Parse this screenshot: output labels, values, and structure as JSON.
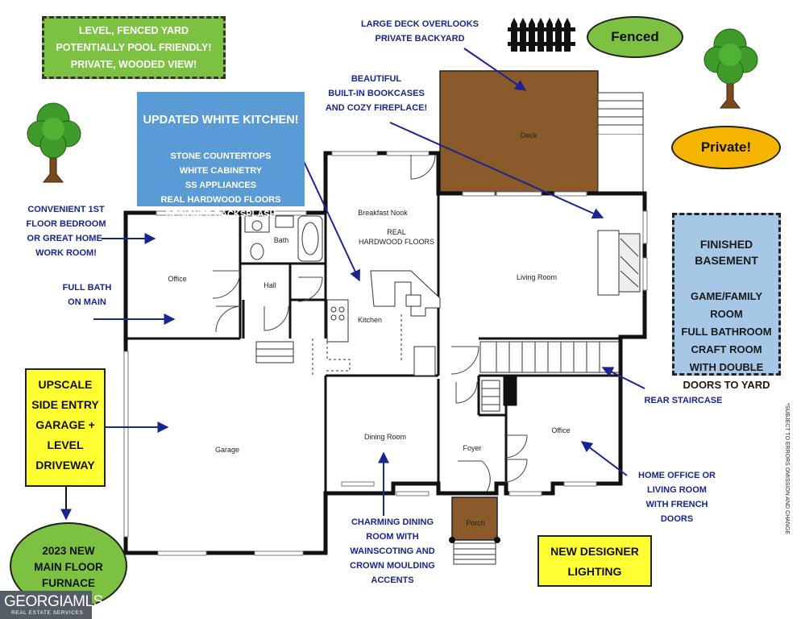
{
  "callouts": {
    "yard": "LEVEL, FENCED YARD\nPOTENTIALLY POOL FRIENDLY!\nPRIVATE, WOODED VIEW!",
    "deck": "LARGE DECK OVERLOOKS\nPRIVATE BACKYARD",
    "bookcases": "BEAUTIFUL\nBUILT-IN BOOKCASES\nAND COZY FIREPLACE!",
    "kitchen_title": "UPDATED WHITE KITCHEN!",
    "kitchen_items": "STONE COUNTERTOPS\nWHITE CABINETRY\nSS APPLIANCES\nREAL HARDWOOD FLOORS\nDESIGNER BACKSPLASH",
    "bedroom": "CONVENIENT 1ST\nFLOOR BEDROOM\nOR GREAT HOME-\nWORK ROOM!",
    "full_bath": "FULL BATH\nON MAIN",
    "basement_title": "FINISHED\nBASEMENT",
    "basement_items": "GAME/FAMILY\nROOM\nFULL BATHROOM\nCRAFT ROOM\nWITH DOUBLE\nDOORS TO YARD",
    "rear_staircase": "REAR STAIRCASE",
    "garage": "UPSCALE\nSIDE ENTRY\nGARAGE +\nLEVEL\nDRIVEWAY",
    "furnace": "2023 NEW\nMAIN FLOOR\nFURNACE",
    "dining": "CHARMING DINING\nROOM  WITH\nWAINSCOTING AND\nCROWN MOULDING\nACCENTS",
    "home_office": "HOME OFFICE OR\nLIVING ROOM\nWITH FRENCH\nDOORS",
    "lighting": "NEW DESIGNER\nLIGHTING",
    "fenced": "Fenced",
    "private": "Private!"
  },
  "rooms": {
    "deck": "Deck",
    "breakfast_nook": "Breakfast Nook",
    "real_hardwood": "REAL\nHARDWOOD FLOORS",
    "bath": "Bath",
    "office_left": "Office",
    "hall": "Hall",
    "living_room": "Living Room",
    "kitchen": "Kitchen",
    "garage": "Garage",
    "dining_room": "Dining Room",
    "foyer": "Foyer",
    "office_right": "Office",
    "porch": "Porch"
  },
  "logo": {
    "main": "GEORGIAMLS",
    "sub": "REAL ESTATE SERVICES"
  },
  "disclaimer": "*SUBJECT TO ERRORS OMISSION AND CHANGE",
  "colors": {
    "wall": "#111111",
    "deck": "#8b5a2b",
    "porch": "#8b5a2b",
    "arrow": "#1a2590",
    "callout_text": "#1a2590",
    "green": "#7dc142",
    "blue": "#5b9bd5",
    "light_blue": "#a7c7e7",
    "yellow": "#ffff33",
    "orange": "#f4b400",
    "tree_foliage": "#3e9b2a",
    "tree_trunk": "#7a4a1e"
  },
  "icons": [
    "fence-icon",
    "tree-icon"
  ]
}
